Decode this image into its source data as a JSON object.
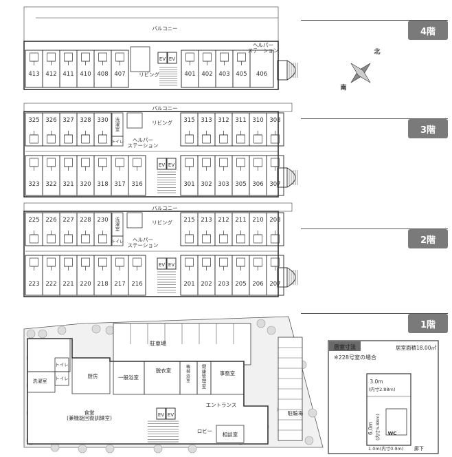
{
  "floors": {
    "f4": {
      "label": "4階",
      "balcony": "バルコニー",
      "helper_station": "ヘルパー\nステーション",
      "living": "リビング",
      "ev": [
        "EV",
        "EV"
      ],
      "rooms_west": [
        "413",
        "412",
        "411",
        "410",
        "408",
        "407"
      ],
      "rooms_east": [
        "401",
        "402",
        "403",
        "405",
        "406"
      ]
    },
    "f3": {
      "label": "3階",
      "balcony": "バルコニー",
      "living": "リビング",
      "helper_station": "ヘルパー\nステーション",
      "laundry": "洗濯室",
      "toilet": "トイレ",
      "ev": [
        "EV",
        "EV"
      ],
      "rooms_north_west": [
        "325",
        "326",
        "327",
        "328",
        "330"
      ],
      "rooms_north_east": [
        "315",
        "313",
        "312",
        "311",
        "310",
        "308"
      ],
      "rooms_south_west": [
        "323",
        "322",
        "321",
        "320",
        "318",
        "317",
        "316"
      ],
      "rooms_south_east": [
        "301",
        "302",
        "303",
        "305",
        "306",
        "307"
      ]
    },
    "f2": {
      "label": "2階",
      "balcony": "バルコニー",
      "living": "リビング",
      "helper_station": "ヘルパー\nステーション",
      "laundry": "洗濯室",
      "toilet": "トイレ",
      "ev": [
        "EV",
        "EV"
      ],
      "rooms_north_west": [
        "225",
        "226",
        "227",
        "228",
        "230"
      ],
      "rooms_north_east": [
        "215",
        "213",
        "212",
        "211",
        "210",
        "208"
      ],
      "rooms_south_west": [
        "223",
        "222",
        "221",
        "220",
        "218",
        "217",
        "216"
      ],
      "rooms_south_east": [
        "201",
        "202",
        "203",
        "205",
        "206",
        "207"
      ]
    },
    "f1": {
      "label": "1階",
      "parking": "駐車場",
      "kitchen": "厨房",
      "laundry": "洗濯室",
      "toilet": "トイレ",
      "bath": "一般浴室",
      "dressing": "脱衣室",
      "machine_bath": "機械浴室",
      "health_office": "健康管理室",
      "office": "事務室",
      "entrance": "エントランス",
      "dining": "食堂\n(兼機能回復訓練室)",
      "lobby": "ロビー",
      "consult": "相談室",
      "bicycle": "駐輪場",
      "ev": [
        "EV",
        "EV"
      ]
    }
  },
  "compass": {
    "north": "北",
    "south": "南"
  },
  "room_size": {
    "title": "居室寸法",
    "area": "居室面積18.00㎡",
    "note": "※228号室の場合",
    "width_top": "3.0m",
    "width_top_inner": "(内寸2.88m)",
    "depth": "6.0m",
    "depth_inner": "(内寸5.88m)",
    "bottom": "1.0m(内寸0.9m)",
    "corridor": "廊下",
    "wc": "WC"
  }
}
